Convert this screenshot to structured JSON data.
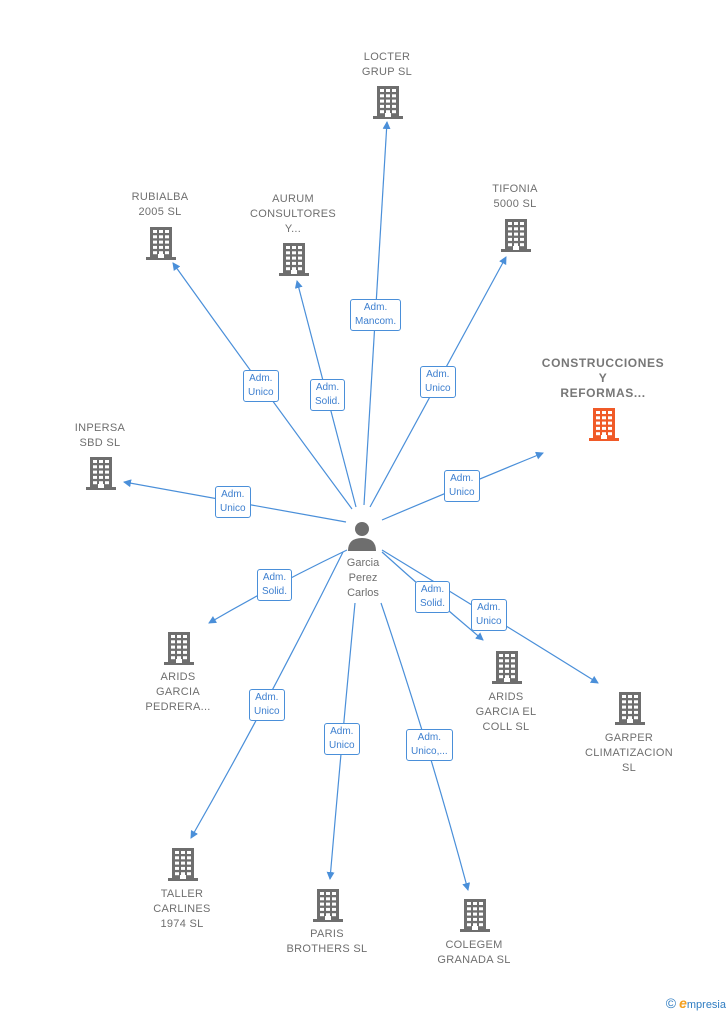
{
  "person": {
    "name_lines": [
      "Garcia",
      "Perez",
      "Carlos"
    ],
    "icon": "person-icon"
  },
  "colors": {
    "edge": "#4a8fd9",
    "building": "#6e6e6e",
    "highlight": "#f05a28"
  },
  "companies": [
    {
      "id": "locter",
      "label_lines": [
        "LOCTER",
        "GRUP  SL"
      ],
      "highlight": false,
      "relation_lines": [
        "Adm.",
        "Mancom."
      ]
    },
    {
      "id": "rubialba",
      "label_lines": [
        "RUBIALBA",
        "2005 SL"
      ],
      "highlight": false,
      "relation_lines": [
        "Adm.",
        "Unico"
      ]
    },
    {
      "id": "aurum",
      "label_lines": [
        "AURUM",
        "CONSULTORES",
        "Y..."
      ],
      "highlight": false,
      "relation_lines": [
        "Adm.",
        "Solid."
      ]
    },
    {
      "id": "tifonia",
      "label_lines": [
        "TIFONIA",
        "5000  SL"
      ],
      "highlight": false,
      "relation_lines": [
        "Adm.",
        "Unico"
      ]
    },
    {
      "id": "construcciones",
      "label_lines": [
        "CONSTRUCCIONES",
        "Y",
        "REFORMAS..."
      ],
      "highlight": true,
      "relation_lines": [
        "Adm.",
        "Unico"
      ]
    },
    {
      "id": "inpersa",
      "label_lines": [
        "INPERSA",
        "SBD SL"
      ],
      "highlight": false,
      "relation_lines": [
        "Adm.",
        "Unico"
      ]
    },
    {
      "id": "arids-pedrera",
      "label_lines": [
        "ARIDS",
        "GARCIA",
        "PEDRERA..."
      ],
      "highlight": false,
      "relation_lines": [
        "Adm.",
        "Solid."
      ]
    },
    {
      "id": "arids-coll",
      "label_lines": [
        "ARIDS",
        "GARCIA EL",
        "COLL  SL"
      ],
      "highlight": false,
      "relation_lines": [
        "Adm.",
        "Solid."
      ]
    },
    {
      "id": "garper",
      "label_lines": [
        "GARPER",
        "CLIMATIZACION",
        "SL"
      ],
      "highlight": false,
      "relation_lines": [
        "Adm.",
        "Unico"
      ]
    },
    {
      "id": "taller",
      "label_lines": [
        "TALLER",
        "CARLINES",
        "1974  SL"
      ],
      "highlight": false,
      "relation_lines": [
        "Adm.",
        "Unico"
      ]
    },
    {
      "id": "paris",
      "label_lines": [
        "PARIS",
        "BROTHERS  SL"
      ],
      "highlight": false,
      "relation_lines": [
        "Adm.",
        "Unico"
      ]
    },
    {
      "id": "colegem",
      "label_lines": [
        "COLEGEM",
        "GRANADA  SL"
      ],
      "highlight": false,
      "relation_lines": [
        "Adm.",
        "Unico,..."
      ]
    }
  ],
  "footer": {
    "copyright": "©",
    "brand_initial": "e",
    "brand_rest": "mpresia"
  }
}
